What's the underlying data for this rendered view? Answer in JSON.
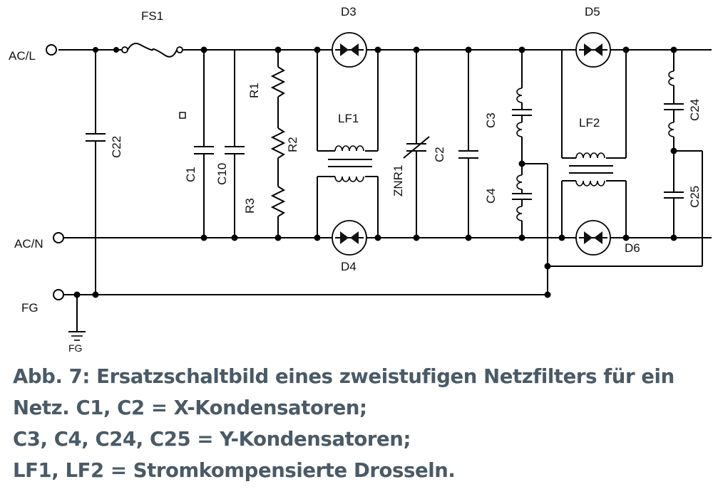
{
  "diagram": {
    "terminals": {
      "acl": "AC/L",
      "acn": "AC/N",
      "fg": "FG",
      "fg_ground": "FG"
    },
    "components": {
      "fs1": "FS1",
      "c22": "C22",
      "c1": "C1",
      "c10": "C10",
      "r1": "R1",
      "r2": "R2",
      "r3": "R3",
      "d3": "D3",
      "d4": "D4",
      "lf1": "LF1",
      "znr1": "ZNR1",
      "c2": "C2",
      "c3": "C3",
      "c4": "C4",
      "d5": "D5",
      "d6": "D6",
      "lf2": "LF2",
      "c24": "C24",
      "c25": "C25"
    }
  },
  "caption": {
    "line1": "Abb. 7: Ersatzschaltbild eines zweistufigen Netzfilters für ein",
    "line2": "Netz. C1, C2 = X-Kondensatoren;",
    "line3": "C3, C4, C24, C25 = Y-Kondensatoren;",
    "line4": "LF1, LF2 = Stromkompensierte Drosseln."
  }
}
